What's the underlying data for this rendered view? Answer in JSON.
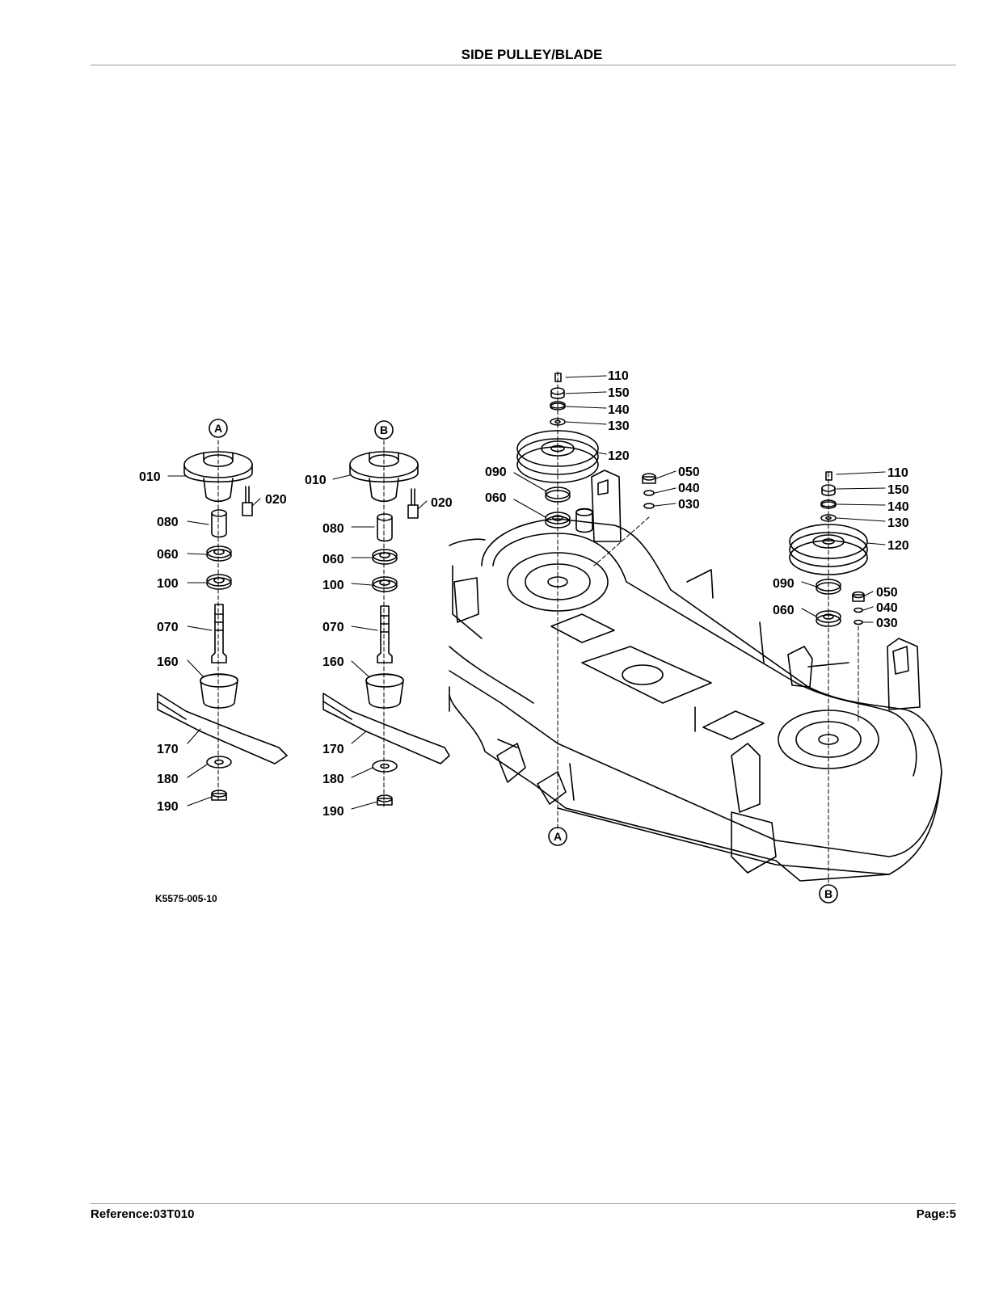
{
  "header": {
    "title": "SIDE PULLEY/BLADE"
  },
  "footer": {
    "reference": "Reference:03T010",
    "page": "Page:5"
  },
  "diagram": {
    "figure_code": "K5575-005-10",
    "view_markers": [
      "A",
      "B"
    ],
    "part_numbers": [
      "010",
      "020",
      "030",
      "040",
      "050",
      "060",
      "070",
      "080",
      "090",
      "100",
      "110",
      "120",
      "130",
      "140",
      "150",
      "160",
      "170",
      "180",
      "190"
    ]
  }
}
